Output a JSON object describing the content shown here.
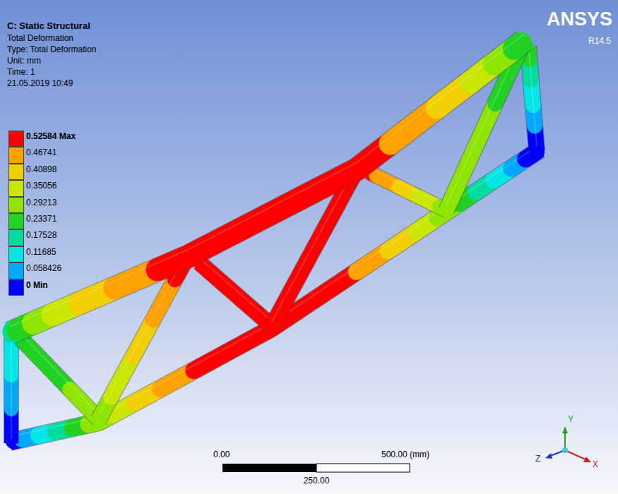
{
  "diagram": {
    "title": "C: Static Structural",
    "labels": [
      "Total Deformation",
      "Type: Total Deformation",
      "Unit: mm",
      "Time: 1",
      "21.05.2019 10:49",
      "ANSYS",
      "R14.5",
      "0.00",
      "500.00 (mm)",
      "250.00",
      "Y",
      "Z",
      "X"
    ],
    "legend": [
      {
        "text": "0.52584 Max",
        "color": "#ff0000"
      },
      {
        "text": "0.46741",
        "color": "#ffa200"
      },
      {
        "text": "0.40898",
        "color": "#f2cf00"
      },
      {
        "text": "0.35056",
        "color": "#cbe600"
      },
      {
        "text": "0.29213",
        "color": "#8ee600"
      },
      {
        "text": "0.23371",
        "color": "#22d222"
      },
      {
        "text": "0.17528",
        "color": "#00dca0"
      },
      {
        "text": "0.11685",
        "color": "#00e6e6"
      },
      {
        "text": "0.058426",
        "color": "#00a8ff"
      },
      {
        "text": "0 Min",
        "color": "#0000ff"
      }
    ]
  }
}
